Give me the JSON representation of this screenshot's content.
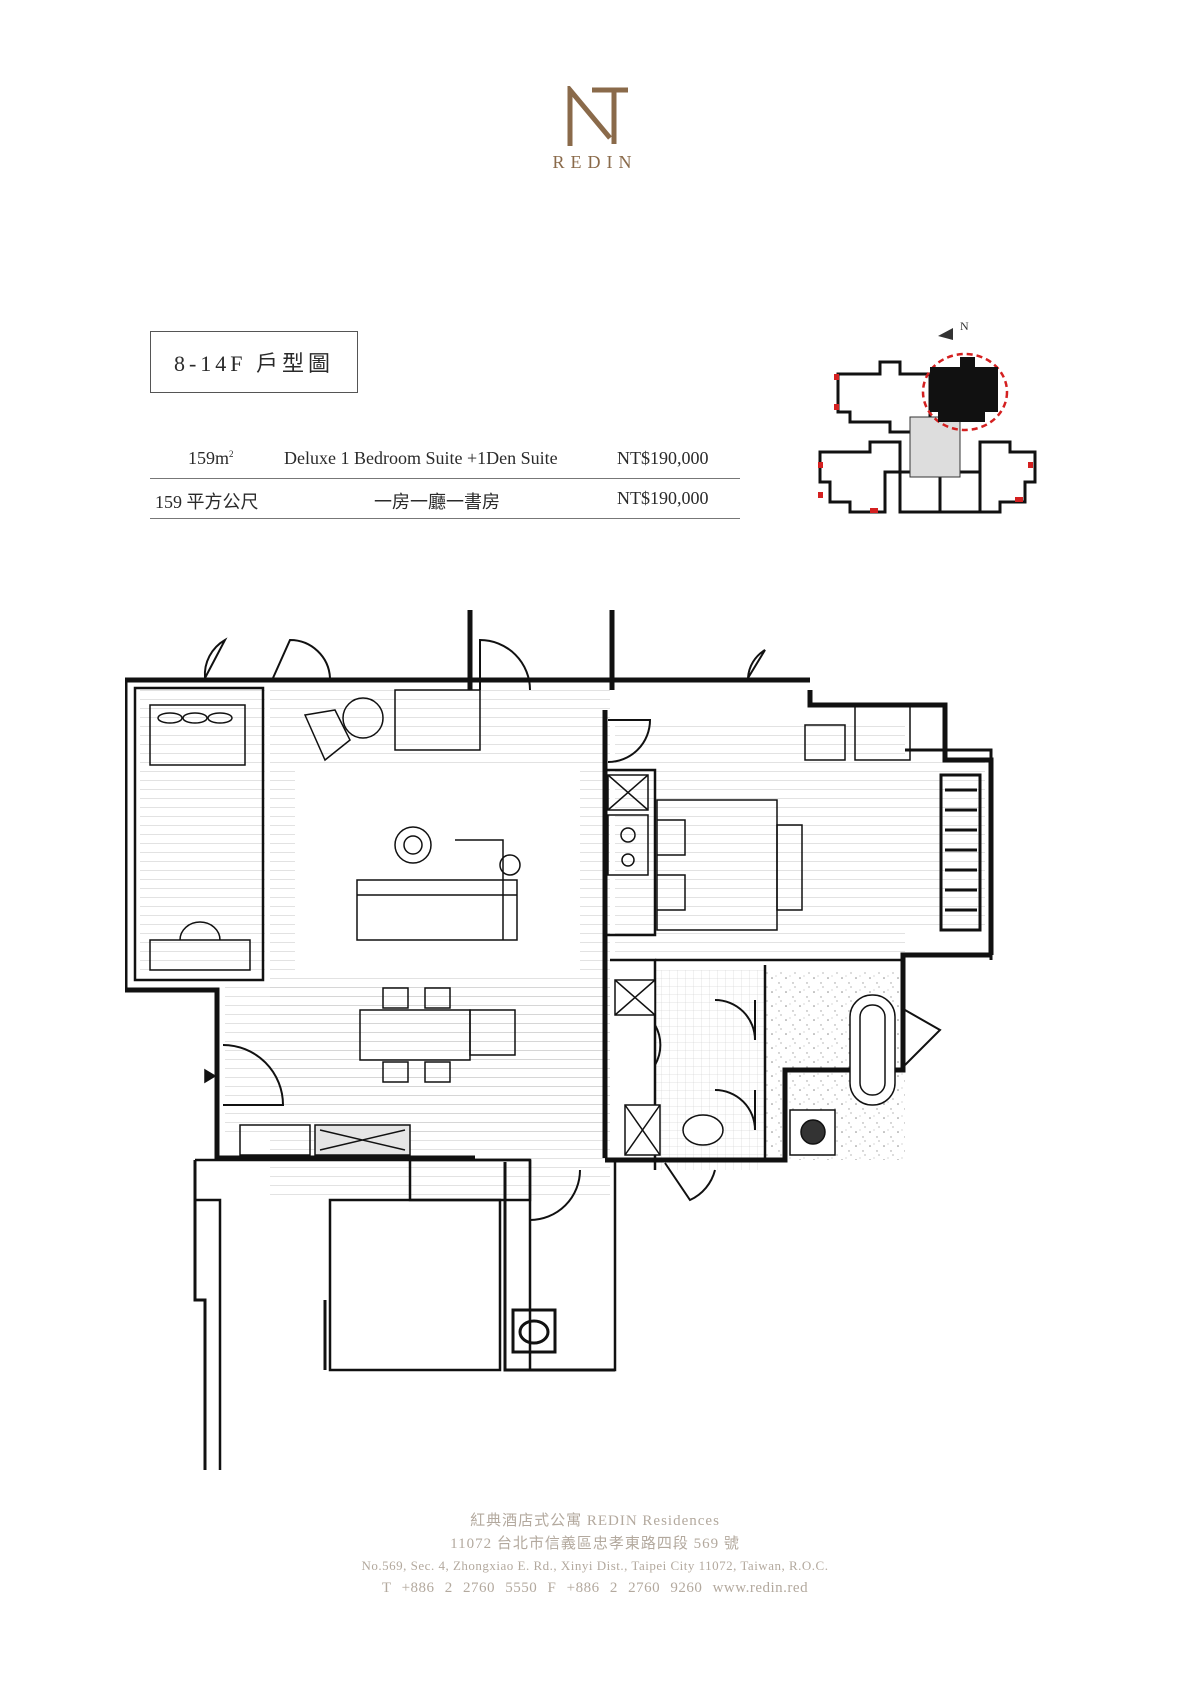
{
  "brand": {
    "name": "REDIN",
    "accent_color": "#8a6a4a"
  },
  "title": {
    "label": "8-14F 戶型圖"
  },
  "spec": {
    "row1": {
      "area": "159m",
      "area_sup": "2",
      "type": "Deluxe 1 Bedroom Suite +1Den Suite",
      "price": "NT$190,000"
    },
    "row2": {
      "area": "159 平方公尺",
      "type": "一房一廳一書房",
      "price": "NT$190,000"
    }
  },
  "keyplan": {
    "north_label": "N",
    "highlight_color": "#d42020"
  },
  "footer": {
    "line1": "紅典酒店式公寓  REDIN  Residences",
    "line2": "11072  台北市信義區忠孝東路四段 569 號",
    "line3": "No.569, Sec. 4, Zhongxiao E. Rd., Xinyi Dist., Taipei City 11072, Taiwan, R.O.C.",
    "line4": "T +886 2 2760 5550    F +886 2 2760 9260    www.redin.red"
  }
}
